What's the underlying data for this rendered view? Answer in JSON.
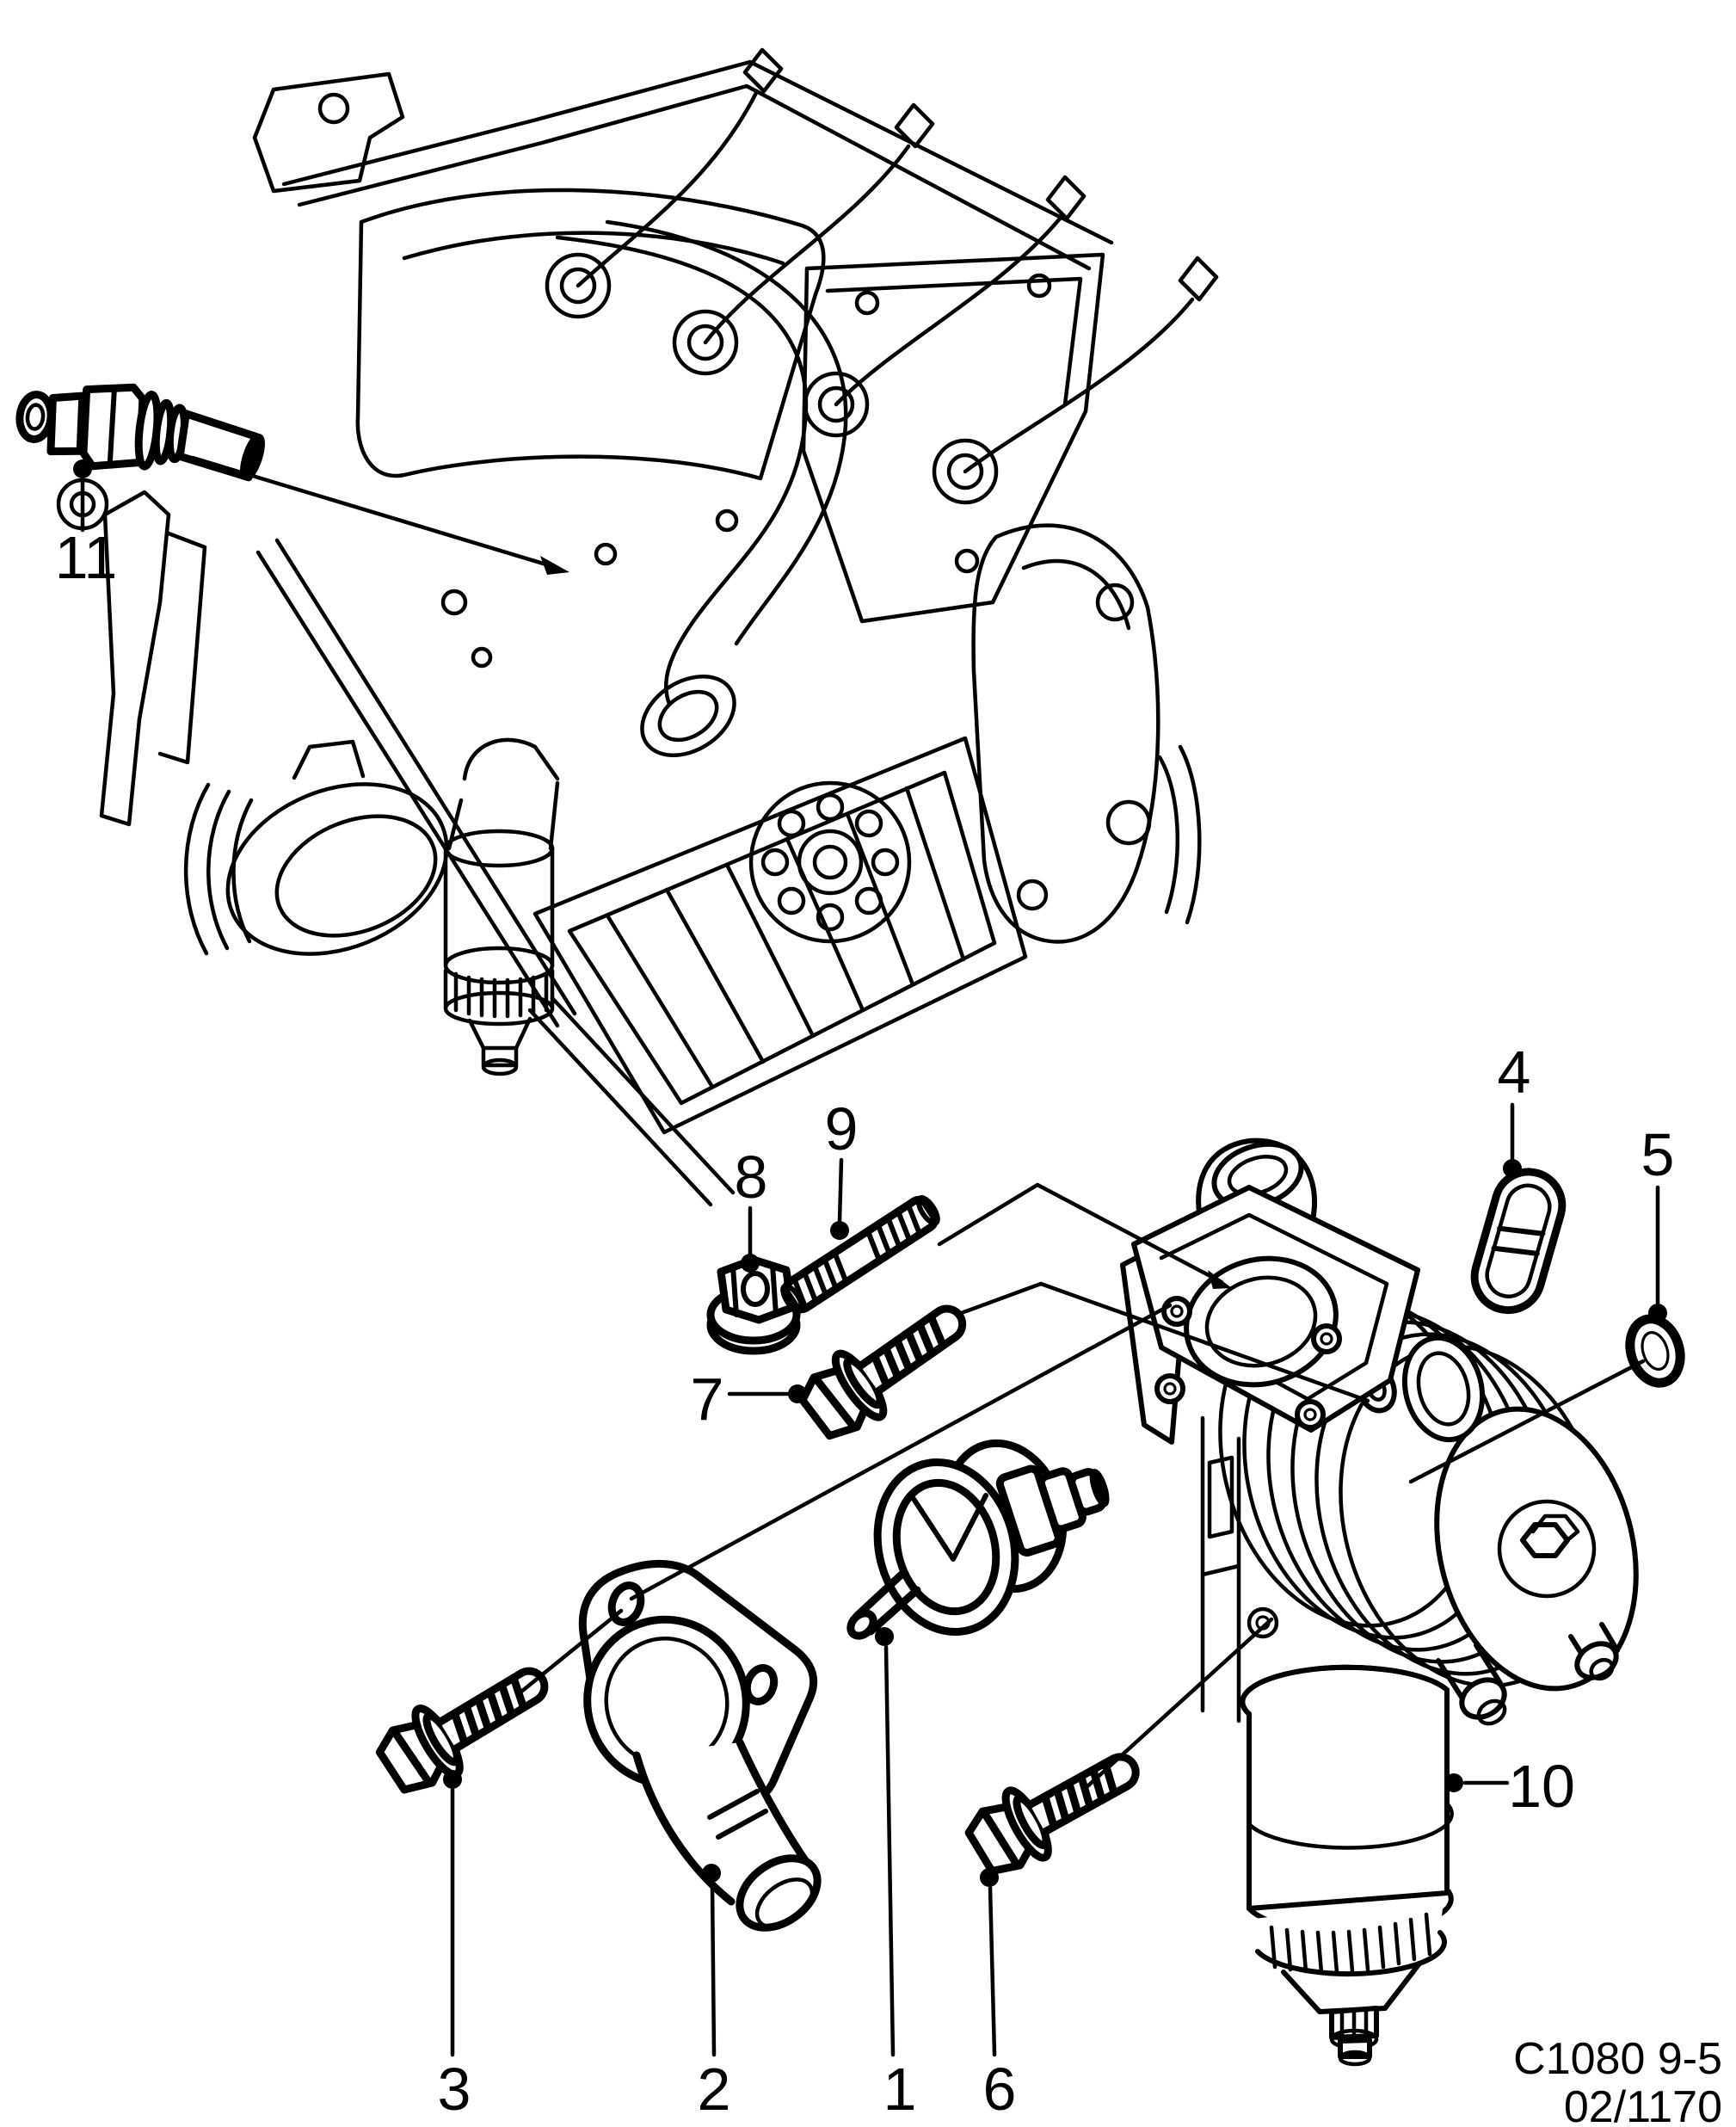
{
  "figure": {
    "kind": "exploded-parts-line-diagram",
    "colors": {
      "line": "#000000",
      "background": "#ffffff"
    },
    "footer": {
      "drawing_code": "C1080 9-5",
      "sheet_number": "02/1170"
    },
    "callouts": [
      {
        "label": "1",
        "part": "thermostat"
      },
      {
        "label": "2",
        "part": "water-outlet-elbow"
      },
      {
        "label": "3",
        "part": "flange-bolt"
      },
      {
        "label": "4",
        "part": "oval-gasket"
      },
      {
        "label": "5",
        "part": "o-ring-seal"
      },
      {
        "label": "6",
        "part": "flange-bolt"
      },
      {
        "label": "7",
        "part": "flange-bolt"
      },
      {
        "label": "8",
        "part": "flange-nut"
      },
      {
        "label": "9",
        "part": "stud"
      },
      {
        "label": "10",
        "part": "oil-cooler-and-filter-assembly"
      },
      {
        "label": "11",
        "part": "temperature-sensor"
      }
    ]
  }
}
